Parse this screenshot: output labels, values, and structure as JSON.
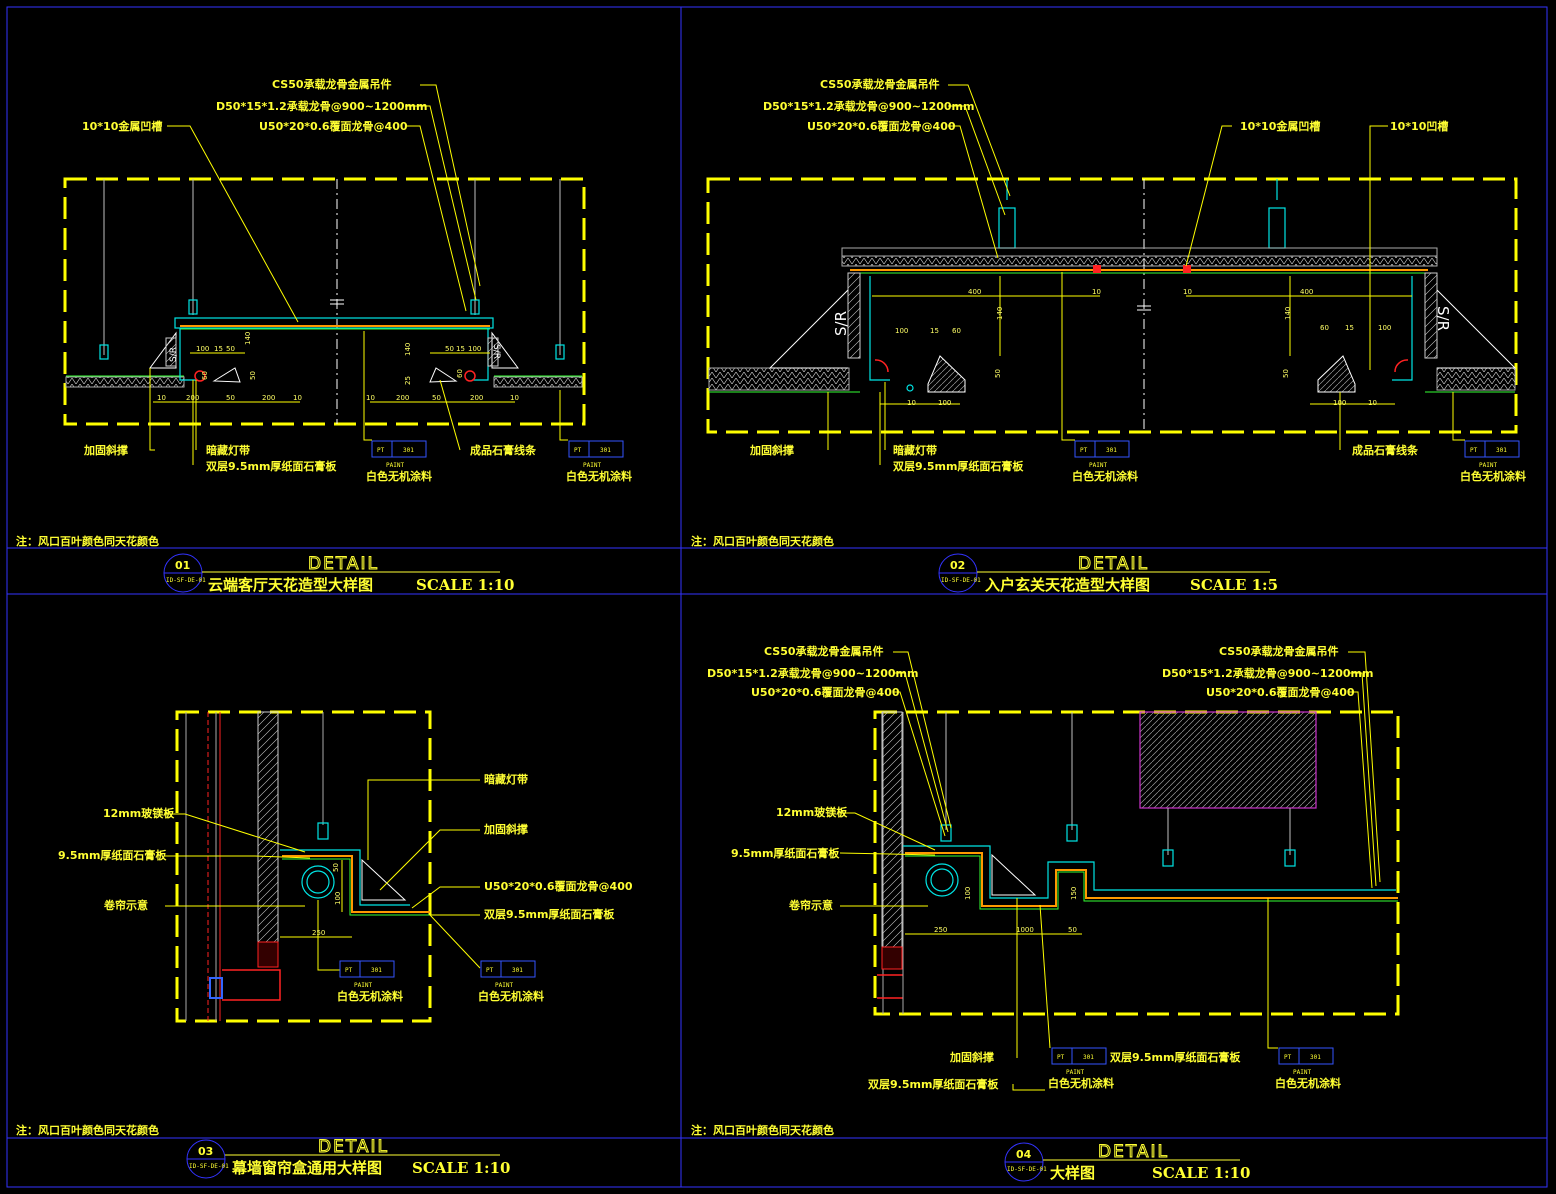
{
  "note": "注：风口百叶颜色同天花颜色",
  "detail_word": "DETAIL",
  "detail_code": "ID-SF-DE-01",
  "pt": {
    "code": "PT",
    "num": "301",
    "paint": "PAINT",
    "desc": "白色无机涂料"
  },
  "colors": {
    "background": "#000000",
    "frame": "#3333ff",
    "annotation": "#ffff33",
    "section": "#00e5e5"
  },
  "panel1": {
    "number": "01",
    "title": "云端客厅天花造型大样图",
    "scale": "SCALE 1:10",
    "labels": {
      "hanger": "CS50承载龙骨金属吊件",
      "main_keel": "D50*15*1.2承载龙骨@900~1200mm",
      "cover_keel": "U50*20*0.6覆面龙骨@400",
      "groove": "10*10金属凹槽",
      "brace": "加固斜撑",
      "light": "暗藏灯带",
      "gypsum2": "双层9.5mm厚纸面石膏板",
      "moulding": "成品石膏线条",
      "sr": "S/R"
    },
    "dims": [
      "10",
      "200",
      "50",
      "200",
      "10",
      "10",
      "200",
      "50",
      "200",
      "10",
      "100",
      "15",
      "50",
      "50",
      "140",
      "60",
      "50",
      "15",
      "100",
      "140",
      "25",
      "60"
    ]
  },
  "panel2": {
    "number": "02",
    "title": "入户玄关天花造型大样图",
    "scale": "SCALE 1:5",
    "labels": {
      "hanger": "CS50承载龙骨金属吊件",
      "main_keel": "D50*15*1.2承载龙骨@900~1200mm",
      "cover_keel": "U50*20*0.6覆面龙骨@400",
      "groove_l": "10*10金属凹槽",
      "groove_r": "10*10凹槽",
      "brace": "加固斜撑",
      "light": "暗藏灯带",
      "gypsum2": "双层9.5mm厚纸面石膏板",
      "moulding": "成品石膏线条",
      "sr": "S/R"
    },
    "dims": [
      "400",
      "10",
      "10",
      "400",
      "140",
      "140",
      "100",
      "15",
      "60",
      "60",
      "15",
      "100",
      "50",
      "50",
      "10",
      "100",
      "100",
      "10"
    ]
  },
  "panel3": {
    "number": "03",
    "title": "幕墙窗帘盒通用大样图",
    "scale": "SCALE 1:10",
    "labels": {
      "light": "暗藏灯带",
      "mgo": "12mm玻镁板",
      "gypsum": "9.5mm厚纸面石膏板",
      "brace": "加固斜撑",
      "cover_keel": "U50*20*0.6覆面龙骨@400",
      "curtain": "卷帘示意",
      "gypsum2": "双层9.5mm厚纸面石膏板"
    },
    "dims": [
      "250",
      "100",
      "50"
    ]
  },
  "panel4": {
    "number": "04",
    "title": "大样图",
    "scale": "SCALE 1:10",
    "labels": {
      "hanger": "CS50承载龙骨金属吊件",
      "main_keel": "D50*15*1.2承载龙骨@900~1200mm",
      "cover_keel": "U50*20*0.6覆面龙骨@400",
      "mgo": "12mm玻镁板",
      "gypsum": "9.5mm厚纸面石膏板",
      "curtain": "卷帘示意",
      "brace": "加固斜撑",
      "gypsum2": "双层9.5mm厚纸面石膏板"
    },
    "dims": [
      "250",
      "1000",
      "50",
      "100",
      "150"
    ]
  }
}
